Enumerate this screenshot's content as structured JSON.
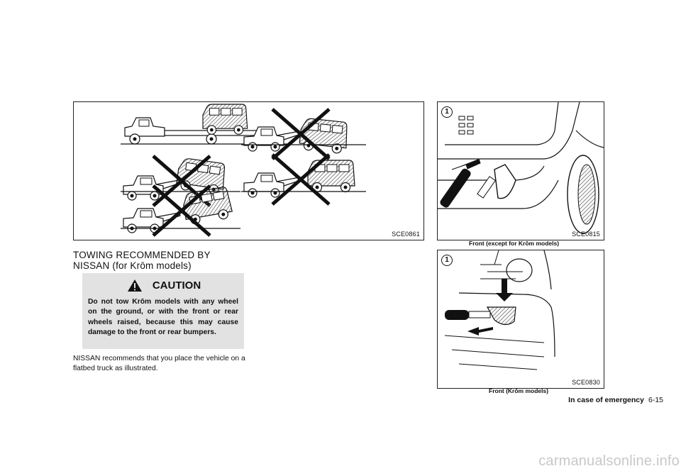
{
  "figures": {
    "towing": {
      "code": "SCE0861"
    },
    "front_except": {
      "code": "SCE0815",
      "caption": "Front (except for Krōm models)",
      "callout": "1"
    },
    "front_krom": {
      "code": "SCE0830",
      "caption": "Front (Krōm models)",
      "callout": "1"
    }
  },
  "section": {
    "title_line1": "TOWING RECOMMENDED BY",
    "title_line2": "NISSAN (for Krōm models)"
  },
  "caution": {
    "heading": "CAUTION",
    "text": "Do not tow Krōm models with any wheel on the ground, or with the front or rear wheels raised, because this may cause damage to the front or rear bumpers."
  },
  "body_text": "NISSAN recommends that you place the vehicle on a flatbed truck as illustrated.",
  "footer": {
    "section": "In case of emergency",
    "page": "6-15"
  },
  "watermark": "carmanualsonline.info"
}
